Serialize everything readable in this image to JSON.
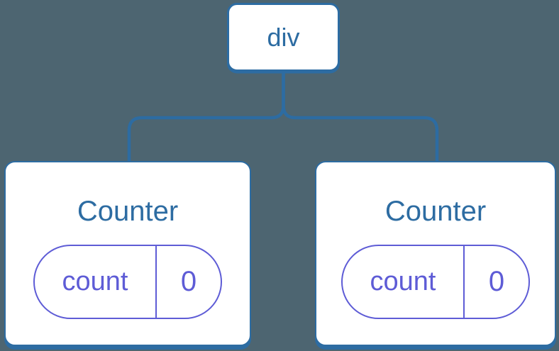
{
  "colors": {
    "background": "#4d6571",
    "node_blue": "#2d6ca2",
    "state_purple": "#5e5cd6",
    "node_fill": "#ffffff"
  },
  "tree": {
    "root": {
      "label": "div"
    },
    "children": [
      {
        "title": "Counter",
        "state": {
          "key": "count",
          "value": "0"
        }
      },
      {
        "title": "Counter",
        "state": {
          "key": "count",
          "value": "0"
        }
      }
    ]
  }
}
